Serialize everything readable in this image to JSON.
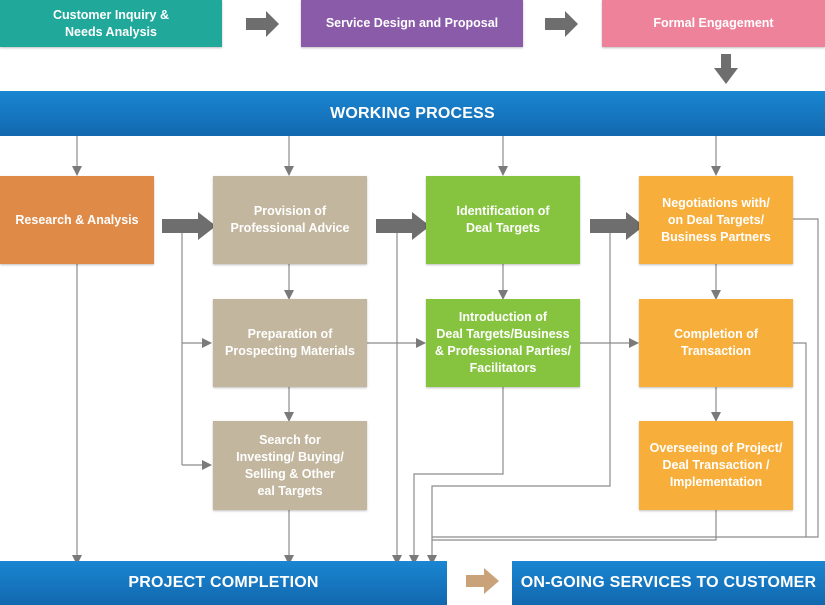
{
  "top_steps": [
    {
      "label": "Customer Inquiry &\nNeeds Analysis",
      "color": "#20A99B"
    },
    {
      "label": "Service Design and Proposal",
      "color": "#8A5BA8"
    },
    {
      "label": "Formal Engagement",
      "color": "#EE829A"
    }
  ],
  "working_process": {
    "label": "WORKING PROCESS",
    "color": "#1476C0"
  },
  "steps": {
    "research": {
      "label": "Research & Analysis",
      "color": "#DF8A47"
    },
    "advice": {
      "label": "Provision of\nProfessional Advice",
      "color": "#C2B69E"
    },
    "prospecting": {
      "label": "Preparation of\nProspecting Materials",
      "color": "#C2B69E"
    },
    "search": {
      "label": "Search for\nInvesting/ Buying/\nSelling & Other\neal Targets",
      "color": "#C2B69E"
    },
    "identification": {
      "label": "Identification of\nDeal Targets",
      "color": "#86C440"
    },
    "introduction": {
      "label": "Introduction of\nDeal Targets/Business\n& Professional Parties/\nFacilitators",
      "color": "#86C440"
    },
    "negotiations": {
      "label": "Negotiations with/\non Deal Targets/\nBusiness Partners",
      "color": "#F7AE3A"
    },
    "completion": {
      "label": "Completion of\nTransaction",
      "color": "#F7AE3A"
    },
    "overseeing": {
      "label": "Overseeing of Project/\nDeal Transaction /\nImplementation",
      "color": "#F7AE3A"
    }
  },
  "bottom": {
    "project_completion": {
      "label": "PROJECT COMPLETION",
      "color": "#1476C0"
    },
    "ongoing": {
      "label": "ON-GOING SERVICES TO CUSTOMER",
      "color": "#1476C0"
    }
  },
  "colors": {
    "connector": "#7A7A7A",
    "big_arrow": "#6E6E6E",
    "bottom_arrow": "#C9A27A"
  }
}
